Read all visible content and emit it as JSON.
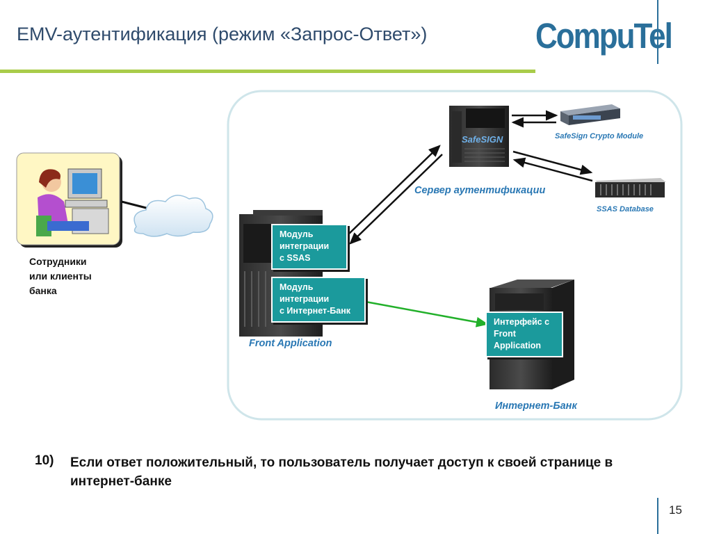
{
  "header": {
    "title": "EMV-аутентификация (режим «Запрос-Ответ»)",
    "logo_text": "CompuTel"
  },
  "diagram": {
    "users_label": "Сотрудники\n или клиенты\nбанка",
    "front_application": {
      "label": "Front Application",
      "module_ssas": "Модуль\nинтеграции\nс SSAS",
      "module_internet_bank": "Модуль\nинтеграции\nс Интернет-Банк"
    },
    "auth_server": {
      "label": "Сервер аутентификации",
      "logo_text": "SafeSIGN"
    },
    "crypto_module_label": "SafeSign Crypto Module",
    "ssas_database_label": "SSAS Database",
    "internet_bank": {
      "label": "Интернет-Банк",
      "interface_box": "Интерфейс с\nFront\nApplication"
    },
    "colors": {
      "accent_green": "#a9cc4a",
      "teal_box": "#1b9a9c",
      "label_blue": "#2a78b4",
      "connector_green": "#22b02a"
    }
  },
  "step": {
    "number": "10)",
    "text": "Если ответ положительный, то пользователь получает доступ к своей странице в интернет-банке"
  },
  "page_number": "15"
}
